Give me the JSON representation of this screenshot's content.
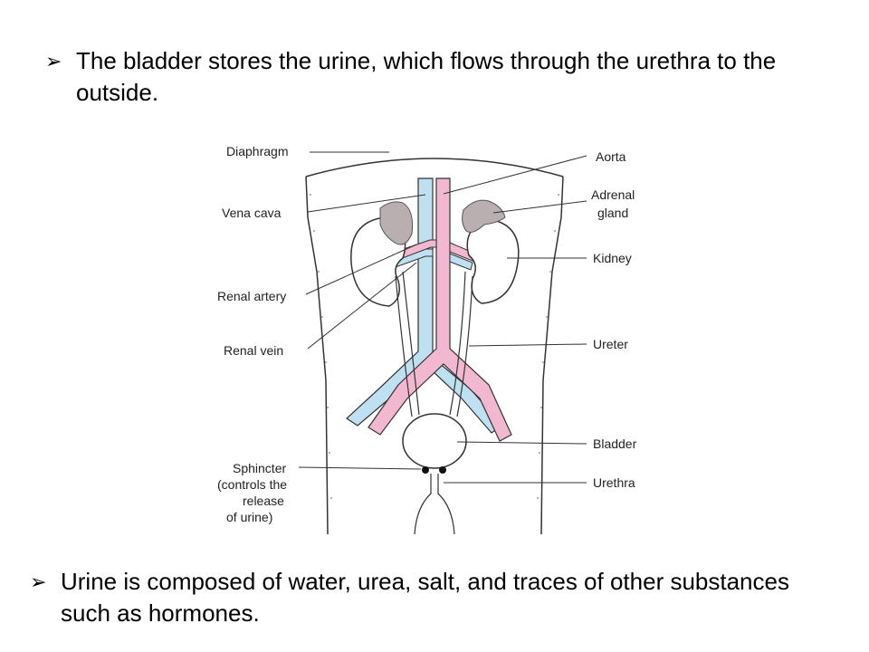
{
  "bullets": [
    {
      "marker": "➢",
      "text": "The bladder stores the urine, which flows through the urethra to the outside."
    },
    {
      "marker": "➢",
      "text": "Urine is composed of water, urea, salt, and traces of other substances such as hormones."
    }
  ],
  "diagram": {
    "labels": {
      "diaphragm": "Diaphragm",
      "vena_cava": "Vena cava",
      "renal_artery": "Renal artery",
      "renal_vein": "Renal vein",
      "sphincter_1": "Sphincter",
      "sphincter_2": "(controls the",
      "sphincter_3": "release",
      "sphincter_4": "of urine)",
      "aorta": "Aorta",
      "adrenal_1": "Adrenal",
      "adrenal_2": "gland",
      "kidney": "Kidney",
      "ureter": "Ureter",
      "bladder": "Bladder",
      "urethra": "Urethra"
    },
    "colors": {
      "vein": "#bfe0f0",
      "artery": "#f2b8cf",
      "adrenal": "#b9aeb0"
    }
  }
}
